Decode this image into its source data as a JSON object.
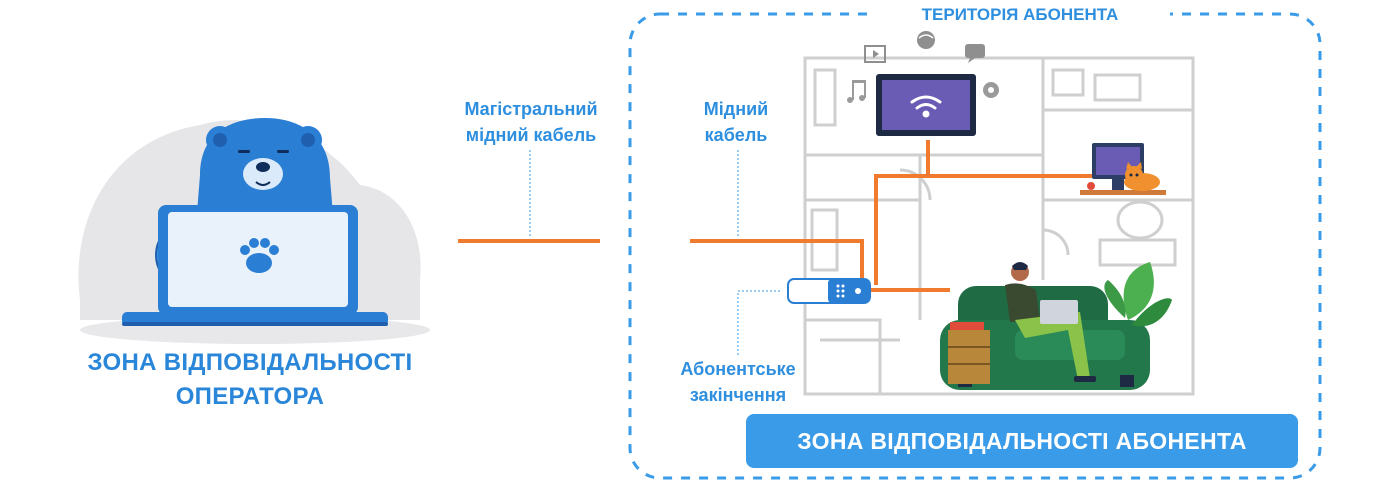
{
  "operator_zone": {
    "title_line1": "ЗОНА ВІДПОВІДАЛЬНОСТІ",
    "title_line2": "ОПЕРАТОРА"
  },
  "trunk_cable": {
    "line1": "Магістральний",
    "line2": "мідний кабель"
  },
  "copper_cable": {
    "line1": "Мідний",
    "line2": "кабель"
  },
  "termination": {
    "line1": "Абонентське",
    "line2": "закінчення"
  },
  "subscriber_territory": "ТЕРИТОРІЯ АБОНЕНТА",
  "subscriber_zone": "ЗОНА ВІДПОВІДАЛЬНОСТІ АБОНЕНТА",
  "colors": {
    "accent_blue": "#3a9be8",
    "cable_orange": "#f07a2e",
    "bear_blue": "#2a7fd4",
    "plan_gray": "#cfcfcf"
  },
  "icons": [
    "bear-mascot-icon",
    "laptop-icon",
    "paw-icon",
    "wifi-icon",
    "music-icon",
    "globe-icon",
    "chat-icon",
    "video-icon",
    "gear-icon",
    "modem-icon",
    "cat-icon",
    "plant-icon",
    "person-icon"
  ]
}
